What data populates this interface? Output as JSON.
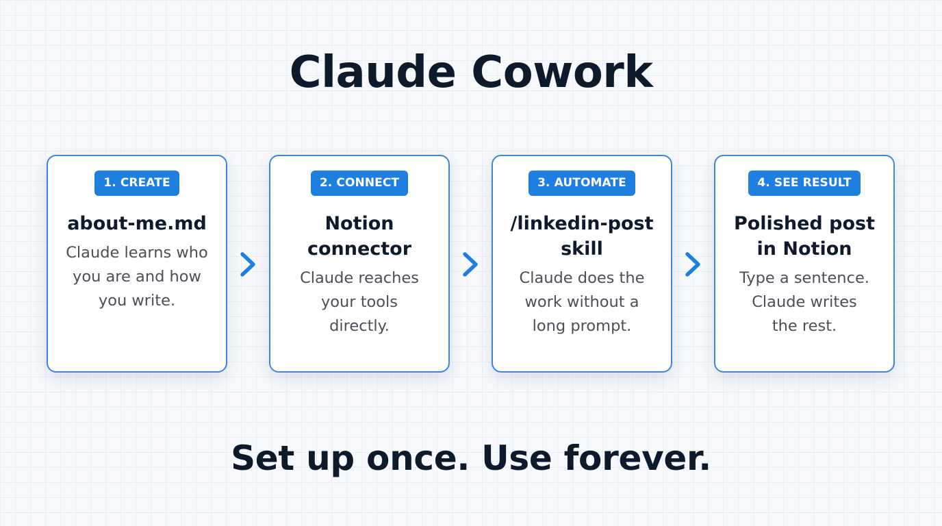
{
  "title": "Claude Cowork",
  "steps": [
    {
      "badge": "1. CREATE",
      "title_lines": [
        "about-me.md"
      ],
      "desc_lines": [
        "Claude learns who",
        "you are and how",
        "you write."
      ]
    },
    {
      "badge": "2. CONNECT",
      "title_lines": [
        "Notion",
        "connector"
      ],
      "desc_lines": [
        "Claude reaches",
        "your tools",
        "directly."
      ]
    },
    {
      "badge": "3. AUTOMATE",
      "title_lines": [
        "/linkedin-post",
        "skill"
      ],
      "desc_lines": [
        "Claude does the",
        "work without a",
        "long prompt."
      ]
    },
    {
      "badge": "4. SEE RESULT",
      "title_lines": [
        "Polished post",
        "in Notion"
      ],
      "desc_lines": [
        "Type a sentence.",
        "Claude writes",
        "the rest."
      ]
    }
  ],
  "arrow_icon": "chevron-right-icon",
  "tagline": "Set up once. Use forever.",
  "colors": {
    "accent": "#1f7fe0",
    "card_border": "#3d87d6",
    "text_dark": "#0d1a2c",
    "text_body": "#4b4f57"
  }
}
